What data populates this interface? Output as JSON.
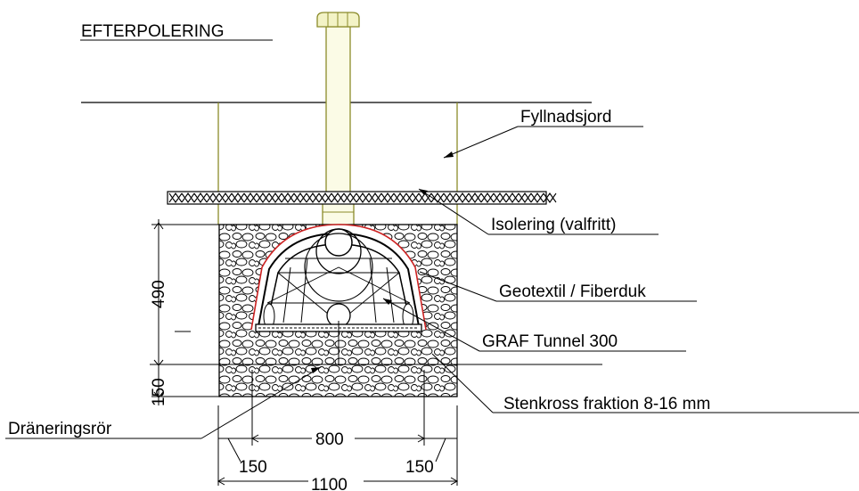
{
  "title": "EFTERPOLERING",
  "labels": {
    "fill": "Fyllnadsjord",
    "insulation": "Isolering (valfritt)",
    "geotextile": "Geotextil / Fiberduk",
    "tunnel": "GRAF Tunnel 300",
    "gravel": "Stenkross fraktion 8-16 mm",
    "drain": "Dräneringsrör"
  },
  "dimensions": {
    "height_upper": "490",
    "height_lower": "150",
    "inner_width": "800",
    "side_left": "150",
    "side_right": "150",
    "total_width": "1100"
  },
  "colors": {
    "line": "#000000",
    "pipe_outline": "#8b8b2a",
    "pipe_fill": "#fbfbe6",
    "geotextile": "#cc2222"
  }
}
